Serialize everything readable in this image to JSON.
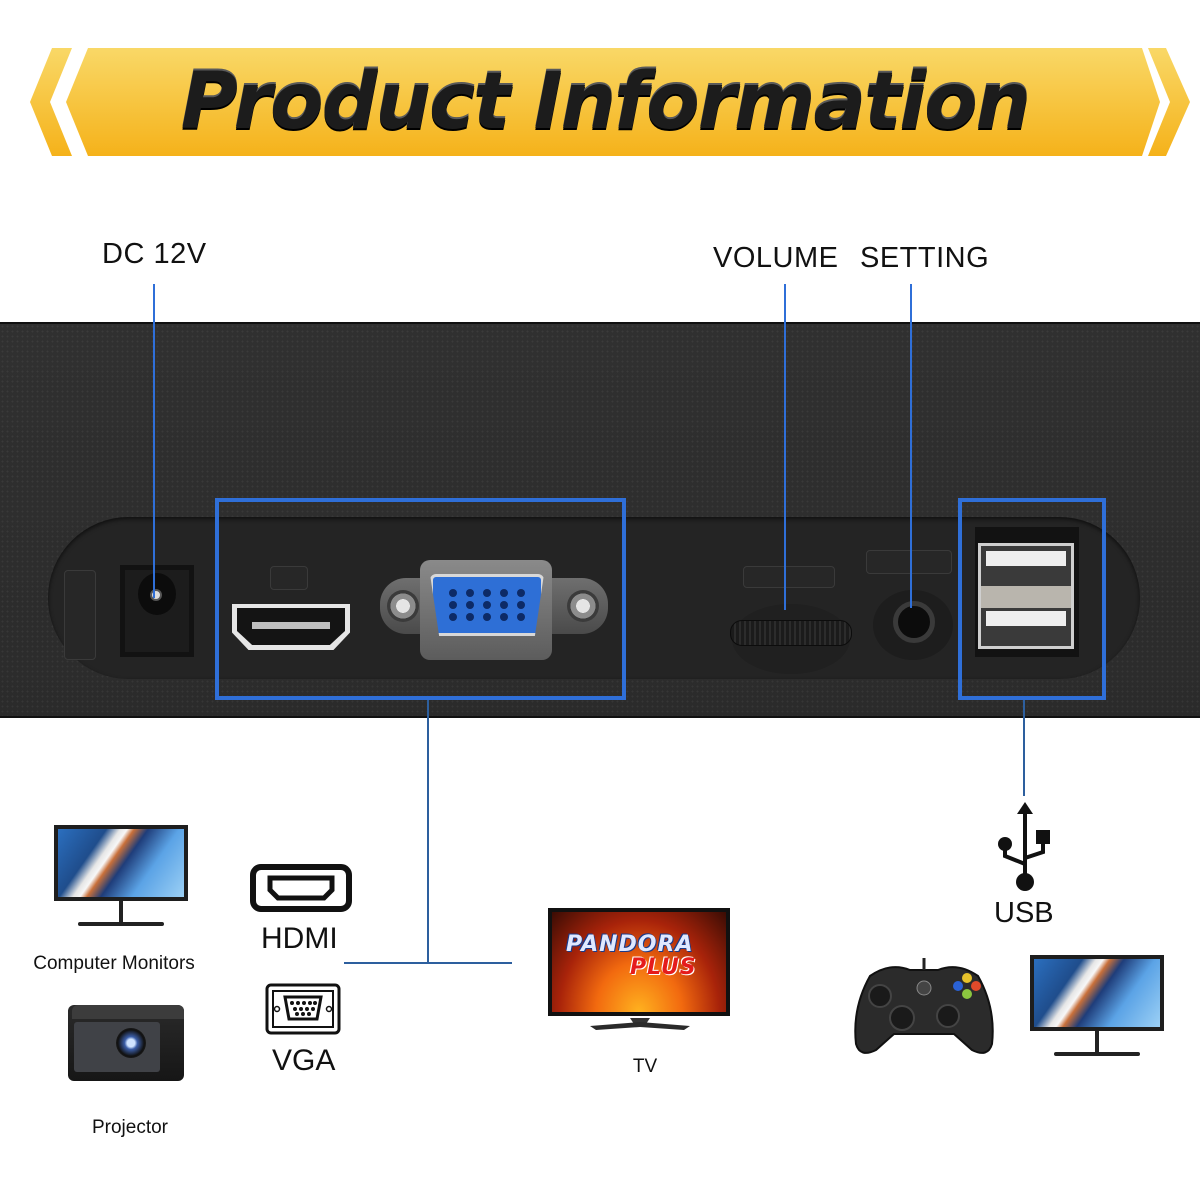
{
  "banner": {
    "title": "Product Information",
    "colors": {
      "fill_top": "#f9d867",
      "fill_bottom": "#f5b21a",
      "text": "#1c1c1c"
    }
  },
  "top_labels": {
    "dc": "DC 12V",
    "volume": "VOLUME",
    "setting": "SETTING"
  },
  "panel": {
    "ports": [
      {
        "id": "dc-12v",
        "name": "DC power jack"
      },
      {
        "id": "hdmi",
        "name": "HDMI port"
      },
      {
        "id": "vga",
        "name": "VGA port"
      },
      {
        "id": "volume",
        "name": "Volume wheel"
      },
      {
        "id": "setting",
        "name": "Setting button"
      },
      {
        "id": "usb",
        "name": "Dual USB ports"
      }
    ],
    "callout_color": "#2f6fd8"
  },
  "connections": {
    "video": {
      "hdmi_label": "HDMI",
      "vga_label": "VGA",
      "devices": [
        {
          "label": "Computer Monitors",
          "icon": "monitor-icon"
        },
        {
          "label": "Projector",
          "icon": "projector-icon"
        },
        {
          "label": "TV",
          "icon": "tv-icon"
        }
      ],
      "tv_screen_text": [
        "PANDORA",
        "PLUS"
      ]
    },
    "usb": {
      "label": "USB",
      "devices": [
        {
          "label": "",
          "icon": "gamepad-icon"
        },
        {
          "label": "",
          "icon": "monitor-icon"
        }
      ]
    }
  }
}
